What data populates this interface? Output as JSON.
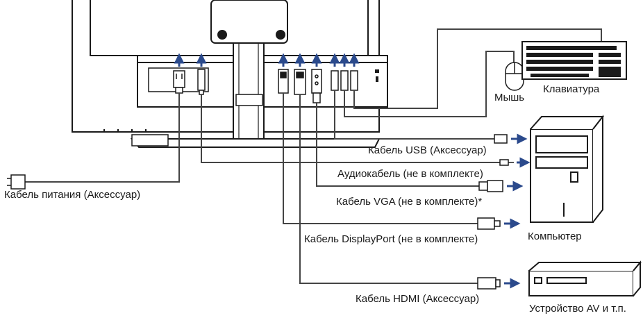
{
  "labels": {
    "power_cable": "Кабель питания (Аксессуар)",
    "usb_cable": "Кабель USB (Аксессуар)",
    "audio_cable": "Аудиокабель (не в комплекте)",
    "vga_cable": "Кабель VGA (не в комплекте)*",
    "displayport_cable": "Кабель DisplayPort (не в комплекте)",
    "hdmi_cable": "Кабель HDMI (Аксессуар)",
    "mouse": "Мышь",
    "keyboard": "Клавиатура",
    "computer": "Компьютер",
    "av_device": "Устройство AV и т.п."
  },
  "colors": {
    "line": "#1a1a1a",
    "cable": "#444444",
    "arrow": "#2b4a8c"
  },
  "icons": [
    "monitor-back",
    "power-plug",
    "audio-jack",
    "vga-connector",
    "hdmi-connector",
    "displayport-connector",
    "usb-connector",
    "mouse-icon",
    "keyboard-icon",
    "computer-tower-icon",
    "av-device-icon",
    "arrow-up-icon",
    "arrow-right-icon"
  ]
}
